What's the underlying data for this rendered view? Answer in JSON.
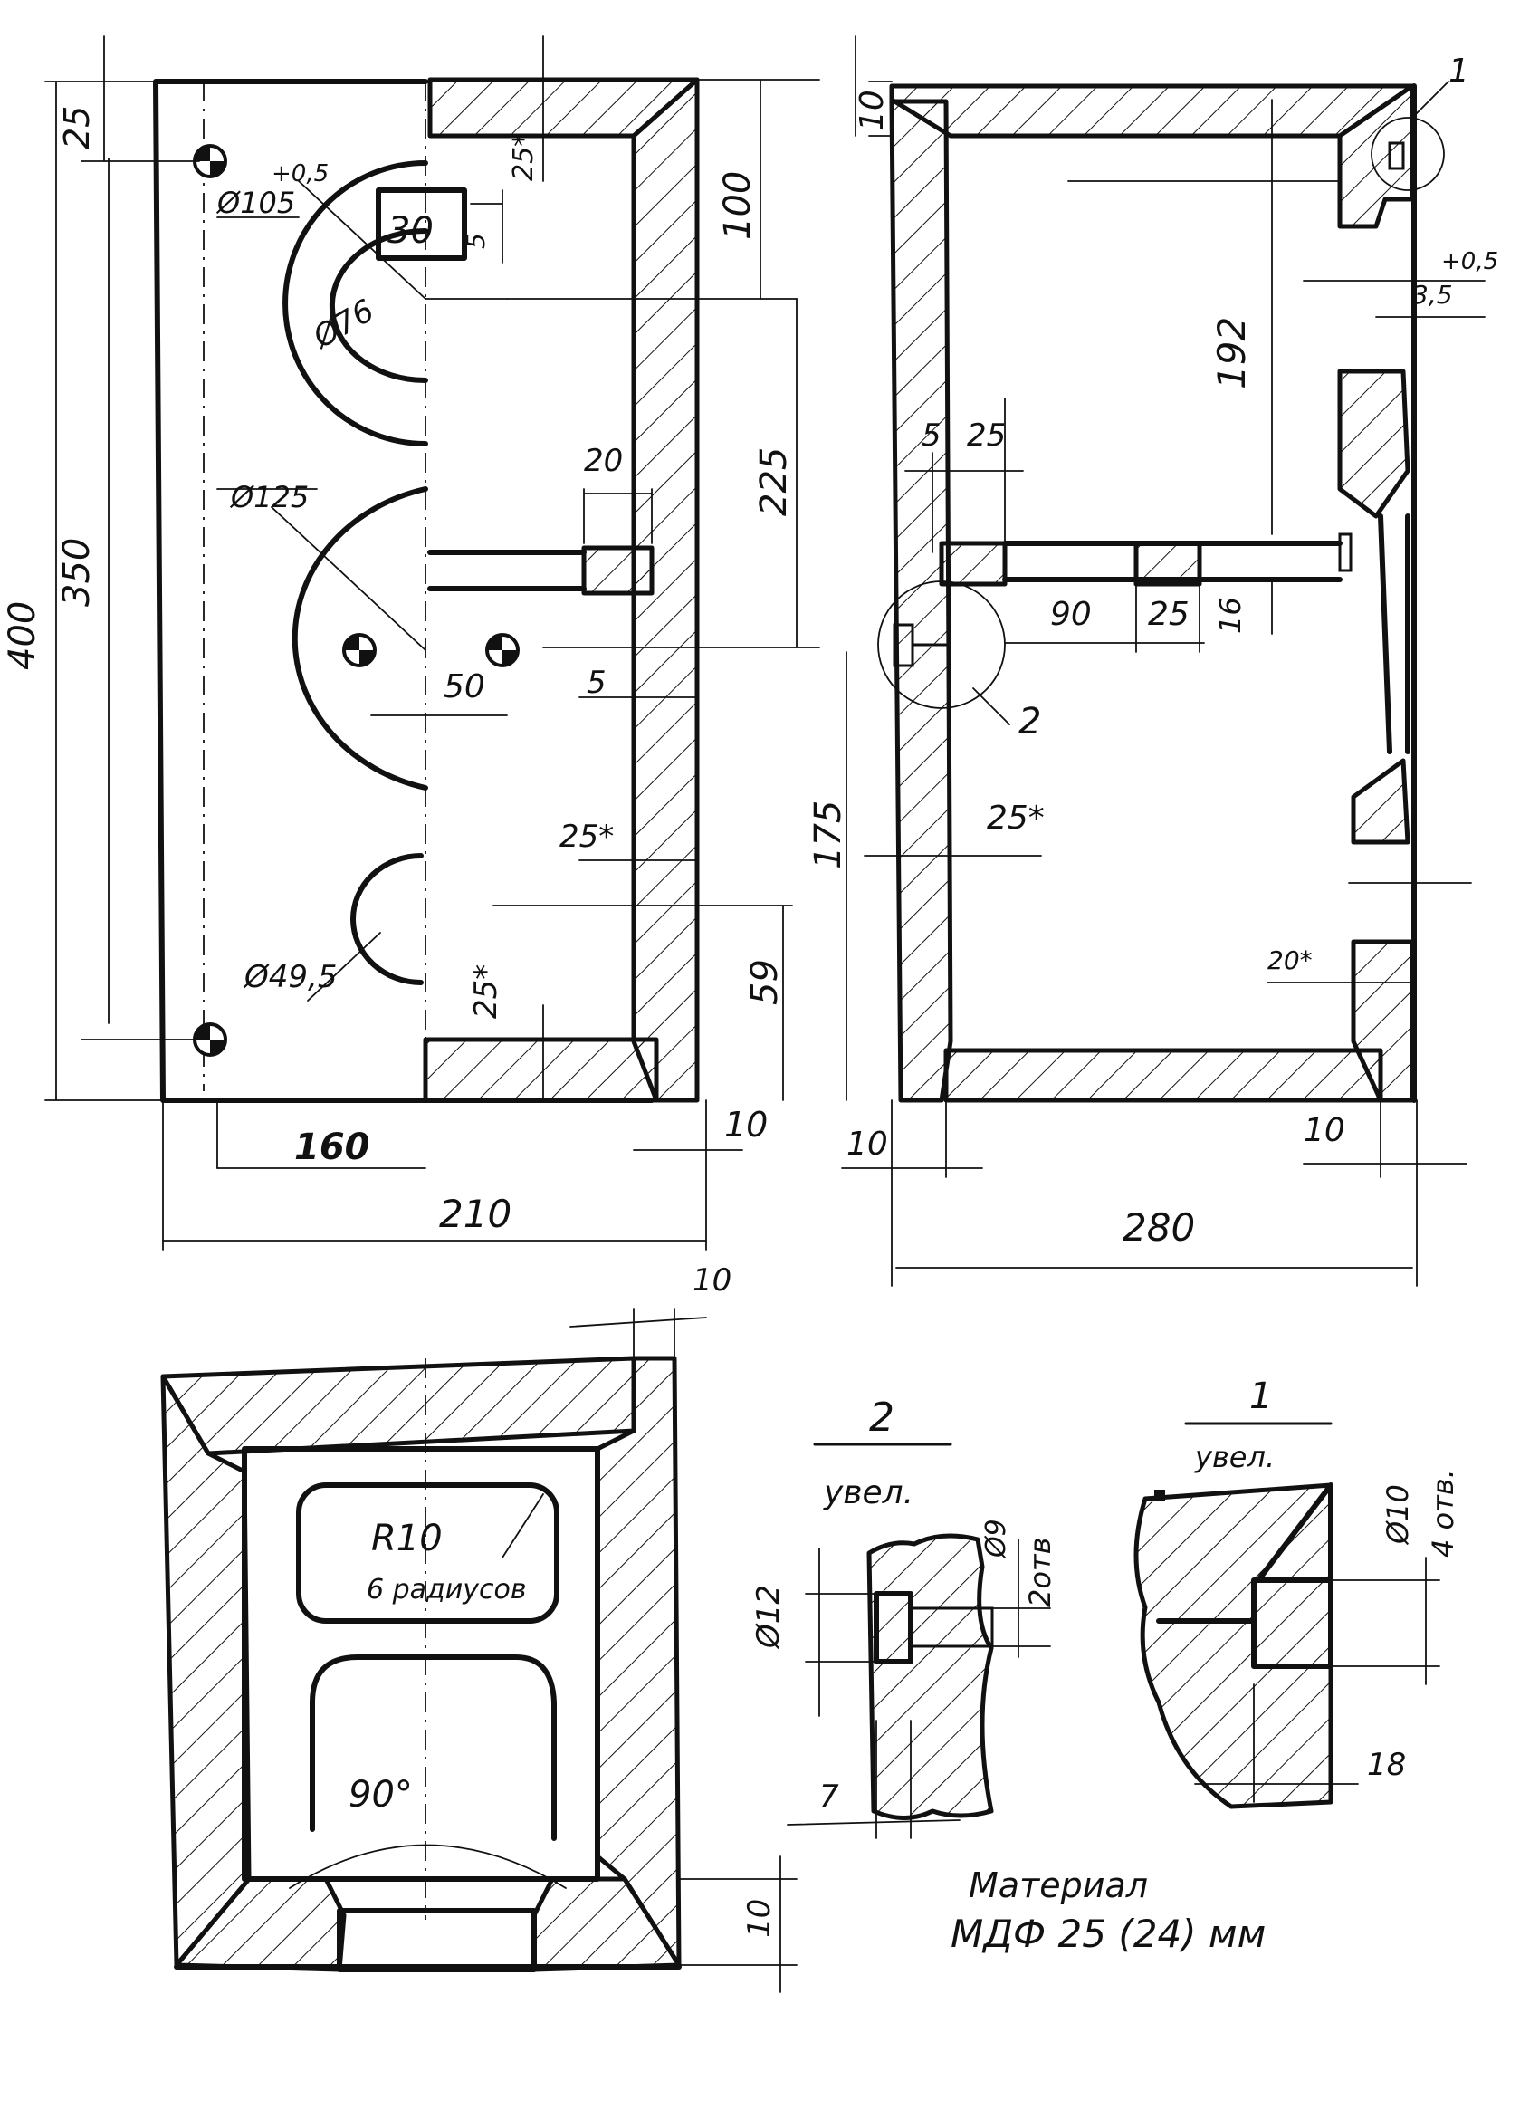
{
  "front_view": {
    "dims": {
      "overall_height": "400",
      "height_350": "350",
      "top_25": "25",
      "top_100": "100",
      "mid_225": "225",
      "bottom_59": "59",
      "width_160": "160",
      "width_210": "210",
      "right_10": "10",
      "star_25_top": "25*",
      "star_25_mid": "25*",
      "star_25_bottom": "25*",
      "shelf_20": "20",
      "gap_5": "5",
      "slot_30": "30",
      "slot_5": "5",
      "spacing_50": "50",
      "tol_05": "+0,5"
    },
    "diameters": {
      "d105": "Ø105",
      "d76": "Ø76",
      "d125": "Ø125",
      "d49": "Ø49,5"
    }
  },
  "side_view": {
    "dims": {
      "top_10": "10",
      "inner_192": "192",
      "height_175": "175",
      "left_5": "5",
      "left_25": "25",
      "shelf_90": "90",
      "shelf_25": "25",
      "shelf_16": "16",
      "wall_25star": "25*",
      "right_20star": "20*",
      "bottom_left_10": "10",
      "bottom_right_10": "10",
      "width_280": "280",
      "right_35": "3,5",
      "tol_05": "+0,5"
    },
    "callouts": {
      "c1": "1",
      "c2": "2"
    }
  },
  "bottom_view": {
    "dims": {
      "top_10": "10",
      "right_10": "10"
    },
    "radius_label": "R10",
    "radius_note": "6 радиусов",
    "angle": "90°"
  },
  "detail_2": {
    "number": "2",
    "scale": "увел.",
    "dims": {
      "d12": "Ø12",
      "d9": "Ø9",
      "holes": "2отв",
      "depth": "7"
    }
  },
  "detail_1": {
    "number": "1",
    "scale": "увел.",
    "dims": {
      "d10": "Ø10",
      "holes": "4 отв.",
      "depth": "18"
    }
  },
  "material": {
    "line1": "Материал",
    "line2": "МДФ 25 (24) мм"
  }
}
